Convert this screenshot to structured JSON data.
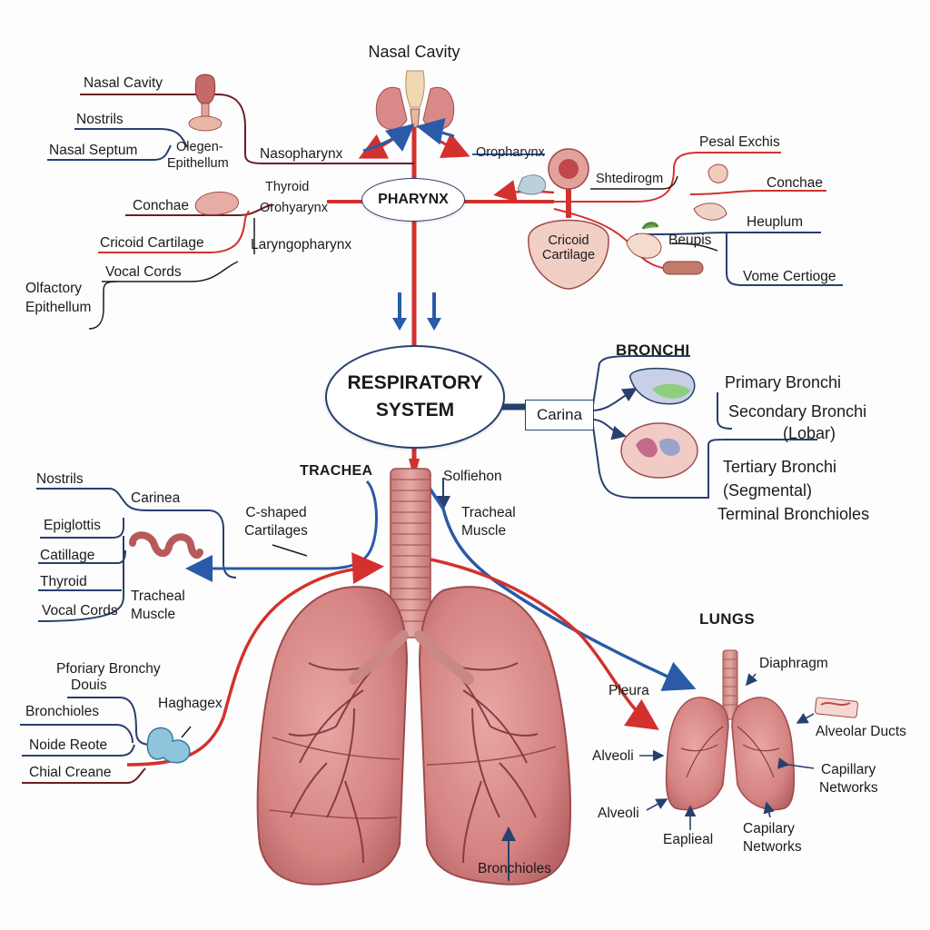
{
  "top": {
    "title": "Nasal Cavity"
  },
  "pharynx": {
    "node": "PHARYNX",
    "left_labels": {
      "nasal_cavity": "Nasal Cavity",
      "nostrils": "Nostrils",
      "nasal_septum": "Nasal Septum",
      "olegen_epithelium_1": "Olegen-",
      "olegen_epithelium_2": "Epithellum",
      "nasopharynx": "Nasopharynx",
      "thyroid": "Thyroid",
      "orohyarynx": "Orohyarynx",
      "conchae": "Conchae",
      "cricoid_cartilage": "Cricoid Cartilage",
      "laryngopharynx": "Laryngopharynx",
      "vocal_cords": "Vocal Cords",
      "olfactory_1": "Olfactory",
      "olfactory_2": "Epithellum"
    },
    "right_labels": {
      "oropharynx": "Oropharynx",
      "pesal_exchis": "Pesal Exchis",
      "shtedirogm": "Shtedirogm",
      "conchae": "Conchae",
      "heuplum": "Heuplum",
      "beupis": "Beupis",
      "vome_certioge": "Vome Certioge",
      "cricoid_1": "Cricoid",
      "cricoid_2": "Cartilage"
    }
  },
  "center": {
    "line1": "RESPIRATORY",
    "line2": "SYSTEM"
  },
  "bronchi": {
    "heading": "BRONCHI",
    "carina": "Carina",
    "primary": "Primary Bronchi",
    "secondary_1": "Secondary Bronchi",
    "secondary_2": "(Lobar)",
    "tertiary_1": "Tertiary Bronchi",
    "tertiary_2": "(Segmental)",
    "terminal": "Terminal Bronchioles"
  },
  "trachea": {
    "heading": "TRACHEA",
    "solfiehon": "Solfiehon",
    "tracheal_muscle_1": "Tracheal",
    "tracheal_muscle_2": "Muscle",
    "c_shaped_1": "C-shaped",
    "c_shaped_2": "Cartilages",
    "left_labels": {
      "nostrils": "Nostrils",
      "carinea": "Carinea",
      "epiglottis": "Epiglottis",
      "catillage": "Catillage",
      "thyroid": "Thyroid",
      "vocal_cords": "Vocal Cords",
      "tracheal_1": "Tracheal",
      "tracheal_2": "Muscle"
    }
  },
  "lower_left": {
    "pforiary_1": "Pforiary Bronchy",
    "pforiary_2": "Douis",
    "haghager": "Haghagex",
    "bronchioles": "Bronchioles",
    "noide_reote": "Noide Reote",
    "chial_creane": "Chial Creane"
  },
  "main_lungs": {
    "bronchioles": "Bronchioles"
  },
  "lungs": {
    "heading": "LUNGS",
    "diaphragm": "Diaphragm",
    "pleura": "Pleura",
    "alveolar_ducts": "Alveolar Ducts",
    "alveoli_1": "Alveoli",
    "capillary_1a": "Capillary",
    "capillary_1b": "Networks",
    "alveoli_2": "Alveoli",
    "eaplieal": "Eaplieal",
    "capillary_2a": "Capilary",
    "capillary_2b": "Networks"
  },
  "colors": {
    "red_connector": "#d3312e",
    "blue_connector": "#2a5aa8",
    "navy_line": "#27406e",
    "dark_red_line": "#6b1f24",
    "lung_fill": "#d98a88",
    "lung_stroke": "#9e4a4c",
    "trachea_fill": "#d89a96"
  }
}
